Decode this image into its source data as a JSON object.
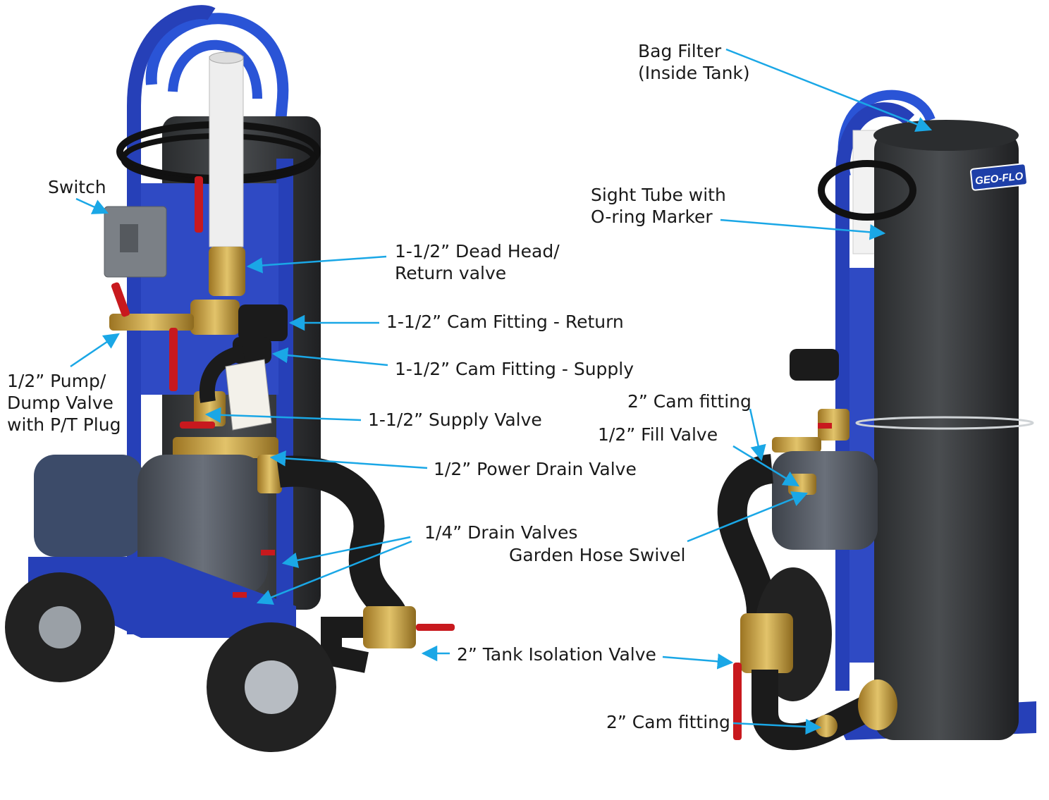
{
  "colors": {
    "frame_blue": "#2640b8",
    "hose_blue": "#2a54d6",
    "tank_gray": "#333638",
    "brass": "#c9a03c",
    "black_rubber": "#1b1b1b",
    "pump_gray": "#4a4f57",
    "valve_red": "#c8191e",
    "callout": "#1aa7e6"
  },
  "logo": {
    "text": "GEO-FLO"
  },
  "labels": {
    "switch": "Switch",
    "dead_head_1": "1-1/2” Dead Head/",
    "dead_head_2": "Return valve",
    "cam_return": "1-1/2” Cam Fitting - Return",
    "cam_supply": "1-1/2” Cam Fitting - Supply",
    "pump_dump_1": "1/2” Pump/",
    "pump_dump_2": "Dump Valve",
    "pump_dump_3": "with P/T Plug",
    "supply_valve": "1-1/2” Supply Valve",
    "power_drain": "1/2” Power Drain Valve",
    "drain_valves": "1/4” Drain Valves",
    "garden_hose": "Garden Hose Swivel",
    "tank_isolation": "2” Tank Isolation Valve",
    "bag_filter_1": "Bag Filter",
    "bag_filter_2": "(Inside Tank)",
    "sight_tube_1": "Sight Tube with",
    "sight_tube_2": "O-ring Marker",
    "cam_2_top": "2” Cam fitting",
    "fill_valve": "1/2” Fill Valve",
    "cam_2_bottom": "2” Cam fitting"
  }
}
